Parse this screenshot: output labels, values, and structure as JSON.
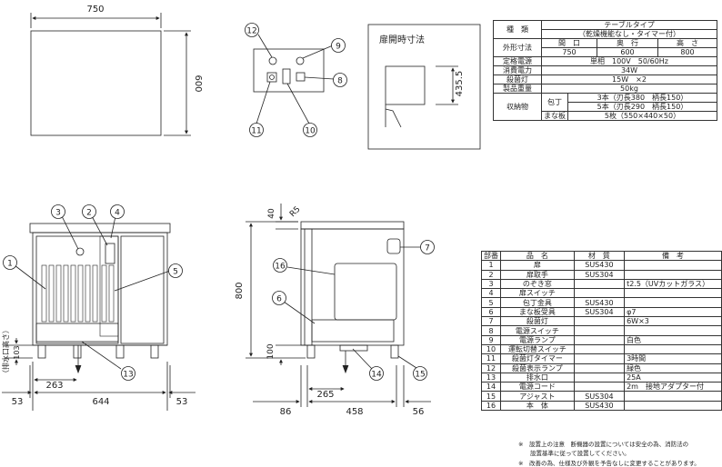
{
  "top_view": {
    "width_label": "750",
    "depth_label": "600"
  },
  "front_view": {
    "dims": {
      "left_margin": "53",
      "body_width": "644",
      "right_margin": "53",
      "drain_offset": "263",
      "drain_height": "103"
    },
    "drain_label": "（排水口高さ）"
  },
  "side_view": {
    "dims": {
      "top": "40",
      "radius": "R5",
      "height": "800",
      "leg": "100",
      "left": "86",
      "mid": "458",
      "right": "56",
      "drain_offset": "265"
    }
  },
  "panel_callouts": [
    "12",
    "9",
    "8",
    "10",
    "11"
  ],
  "front_callouts": [
    "1",
    "3",
    "2",
    "4",
    "5",
    "13"
  ],
  "side_callouts": [
    "7",
    "16",
    "6",
    "14",
    "15"
  ],
  "door_box": {
    "title": "扉開時寸法",
    "dim": "435.5"
  },
  "spec_table": {
    "rows": [
      {
        "label": "種　類",
        "value": "テーブルタイプ"
      },
      {
        "label": "",
        "value": "（乾燥機能なし・タイマー付）"
      },
      {
        "label": "外形寸法",
        "h1": "間　口",
        "h2": "奥　行",
        "h3": "高　さ"
      },
      {
        "label": "",
        "v1": "750",
        "v2": "600",
        "v3": "800"
      },
      {
        "label": "定格電源",
        "value": "単相　100V　50/60Hz"
      },
      {
        "label": "消費電力",
        "value": "34W"
      },
      {
        "label": "殺菌灯",
        "value": "15W　×2"
      },
      {
        "label": "製品重量",
        "value": "50kg"
      },
      {
        "label": "収納物",
        "sub1": "包丁",
        "val1": "3本（刃長380　柄長150）"
      },
      {
        "sub1": "",
        "val1": "5本（刃長290　柄長150）"
      },
      {
        "sub1": "まな板",
        "val1": "5枚（550×440×50）"
      }
    ]
  },
  "parts_table": {
    "headers": [
      "部番",
      "品　名",
      "材　質",
      "備　考"
    ],
    "rows": [
      [
        "1",
        "扉",
        "SUS430",
        ""
      ],
      [
        "2",
        "扉取手",
        "SUS304",
        ""
      ],
      [
        "3",
        "のぞき窓",
        "",
        "t2.5（UVカットガラス）"
      ],
      [
        "4",
        "扉スイッチ",
        "",
        ""
      ],
      [
        "5",
        "包丁金具",
        "SUS430",
        ""
      ],
      [
        "6",
        "まな板受具",
        "SUS304",
        "φ7"
      ],
      [
        "7",
        "殺菌灯",
        "",
        "6W×3"
      ],
      [
        "8",
        "電源スイッチ",
        "",
        ""
      ],
      [
        "9",
        "電源ランプ",
        "",
        "白色"
      ],
      [
        "10",
        "運転切替スイッチ",
        "",
        ""
      ],
      [
        "11",
        "殺菌灯タイマー",
        "",
        "3時間"
      ],
      [
        "12",
        "殺菌表示ランプ",
        "",
        "緑色"
      ],
      [
        "13",
        "排水口",
        "",
        "25A"
      ],
      [
        "14",
        "電源コード",
        "",
        "2m　接地アダプター付"
      ],
      [
        "15",
        "アジャスト",
        "SUS304",
        ""
      ],
      [
        "16",
        "本　体",
        "SUS430",
        ""
      ]
    ]
  },
  "notes": [
    "※　設置上の注意　断機器の設置については安全の為、消防法の",
    "　　設置基準に従って設置してください。",
    "※　改善の為、仕様及び外観を予告なしに変更することがあります。"
  ]
}
